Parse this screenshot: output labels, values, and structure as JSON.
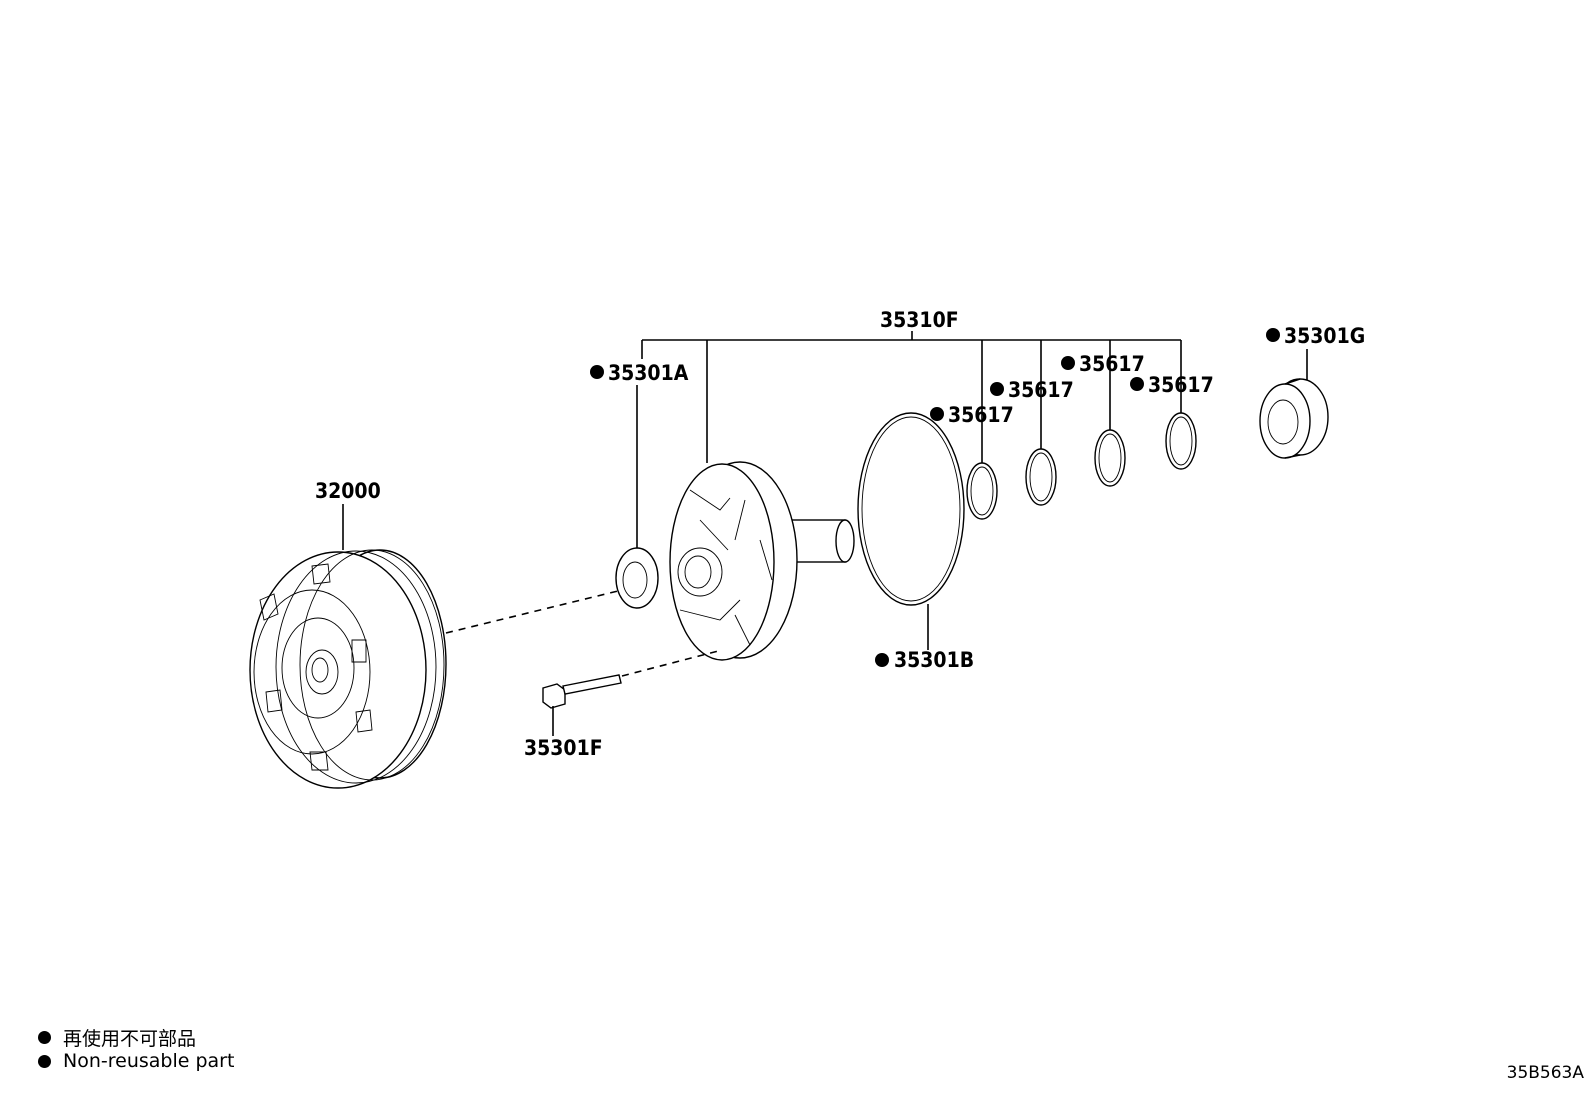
{
  "labels": {
    "p32000": "32000",
    "p35310F": "35310F",
    "p35301A": "35301A",
    "p35301B": "35301B",
    "p35301F": "35301F",
    "p35301G": "35301G",
    "p35617": "35617"
  },
  "legend": {
    "ja": "再使用不可部品",
    "en": "Non-reusable part"
  },
  "diagram_code": "35B563A"
}
